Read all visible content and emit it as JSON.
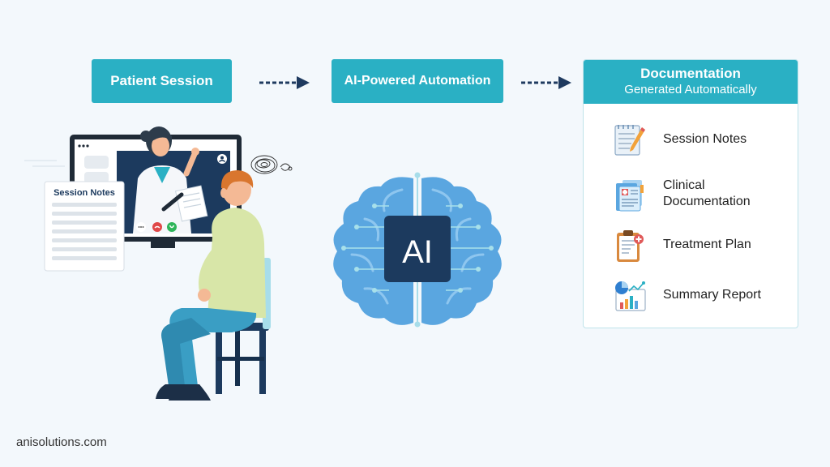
{
  "flow": {
    "step1_label": "Patient Session",
    "step2_label": "AI-Powered Automation",
    "step3_title": "Documentation",
    "step3_subtitle": "Generated Automatically"
  },
  "documents": [
    {
      "label": "Session Notes",
      "icon": "notepad-icon"
    },
    {
      "label": "Clinical\nDocumentation",
      "icon": "medical-document-icon"
    },
    {
      "label": "Treatment Plan",
      "icon": "clipboard-icon"
    },
    {
      "label": "Summary Report",
      "icon": "chart-report-icon"
    }
  ],
  "illustration": {
    "notes_card_title": "Session Notes",
    "ai_chip_label": "AI"
  },
  "footer": {
    "site": "anisolutions.com"
  },
  "colors": {
    "accent": "#2ab0c4",
    "arrow": "#1e3a5f",
    "brain": "#5aa6e0",
    "chip": "#1c3a5e"
  }
}
